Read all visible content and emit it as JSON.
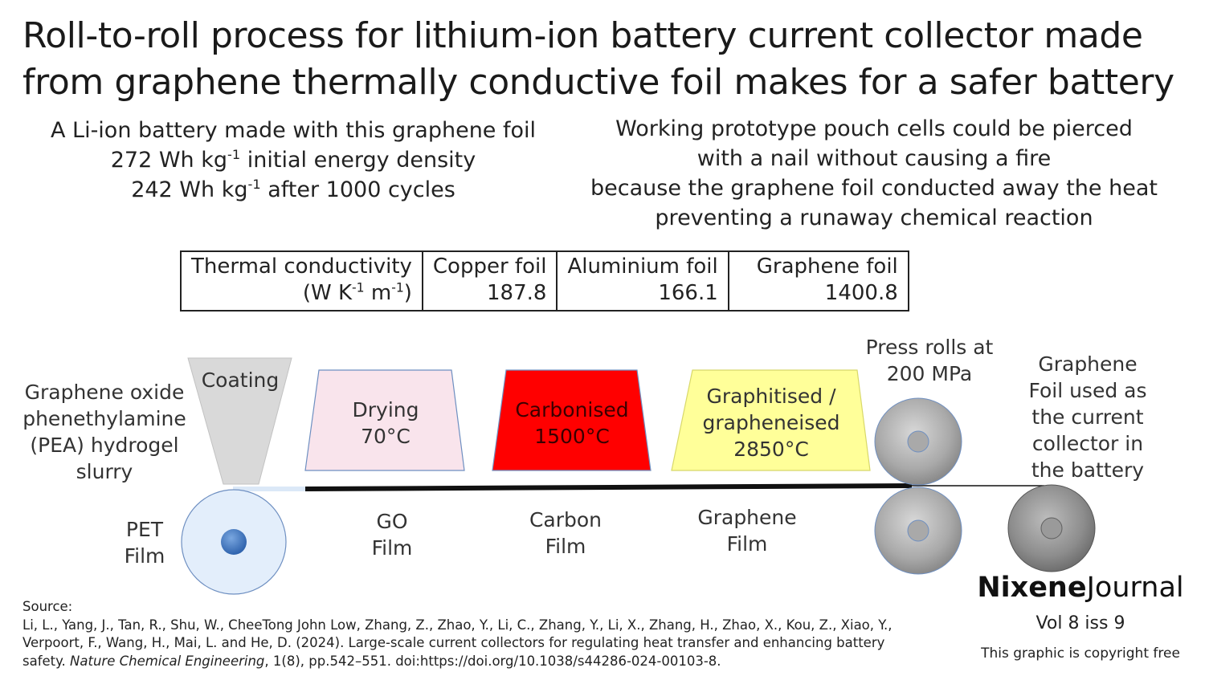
{
  "title": {
    "line1": "Roll-to-roll process for lithium-ion battery current collector made",
    "line2": "from graphene thermally conductive foil makes for a safer battery"
  },
  "stats": {
    "line1": "A Li-ion battery made with this graphene foil",
    "line2_value": "272 Wh kg",
    "line2_sup": "-1",
    "line2_rest": " initial energy density",
    "line3_value": "242 Wh kg",
    "line3_sup": "-1",
    "line3_rest": " after 1000 cycles"
  },
  "safety": {
    "line1": "Working prototype pouch cells could be pierced",
    "line2": "with a nail without causing a fire",
    "line3": "because the graphene foil conducted away the heat",
    "line4": "preventing a runaway chemical reaction"
  },
  "table": {
    "header_label": "Thermal conductivity",
    "unit_open": "(W K",
    "unit_sup1": "-1",
    "unit_mid": " m",
    "unit_sup2": "-1",
    "unit_close": ")",
    "columns": [
      {
        "name": "Copper foil",
        "value": "187.8"
      },
      {
        "name": "Aluminium foil",
        "value": "166.1"
      },
      {
        "name": "Graphene foil",
        "value": "1400.8"
      }
    ]
  },
  "process": {
    "slurry": [
      "Graphene oxide",
      "phenethylamine",
      "(PEA) hydrogel",
      "slurry"
    ],
    "coating": "Coating",
    "drying": [
      "Drying",
      "70°C"
    ],
    "carbonised": [
      "Carbonised",
      "1500°C"
    ],
    "graphitised": [
      "Graphitised /",
      "grapheneised",
      "2850°C"
    ],
    "press": [
      "Press rolls at",
      "200 MPa"
    ],
    "output": [
      "Graphene",
      "Foil used as",
      "the current",
      "collector in",
      "the battery"
    ],
    "pet": [
      "PET",
      "Film"
    ],
    "go": [
      "GO",
      "Film"
    ],
    "carbon": [
      "Carbon",
      "Film"
    ],
    "graphene": [
      "Graphene",
      "Film"
    ]
  },
  "colors": {
    "coating": "#d9d9d9",
    "drying": "#f9e4ec",
    "carbonised": "#ff0000",
    "graphitised": "#ffff99",
    "pet_roll": "#e3eefb",
    "pet_hub": "#4a7fc8",
    "steel": "#9a9a9a"
  },
  "footer": {
    "source_label": "Source:",
    "line1": "Li, L., Yang, J., Tan, R., Shu, W., CheeTong John Low, Zhang, Z., Zhao, Y., Li, C., Zhang, Y., Li, X., Zhang, H., Zhao, X., Kou, Z., Xiao, Y.,",
    "line2": "Verpoort, F., Wang, H., Mai, L. and He, D. (2024). Large-scale current collectors for regulating heat transfer and enhancing battery",
    "line3_pre": "safety. ",
    "journal": "Nature Chemical Engineering",
    "line3_post": ", 1(8), pp.542–551. doi:https://doi.org/10.1038/s44286-024-00103-8."
  },
  "brand": {
    "bold": "Nixene",
    "regular": "Journal",
    "volume": "Vol 8  iss 9",
    "copyright": "This graphic is copyright free"
  }
}
